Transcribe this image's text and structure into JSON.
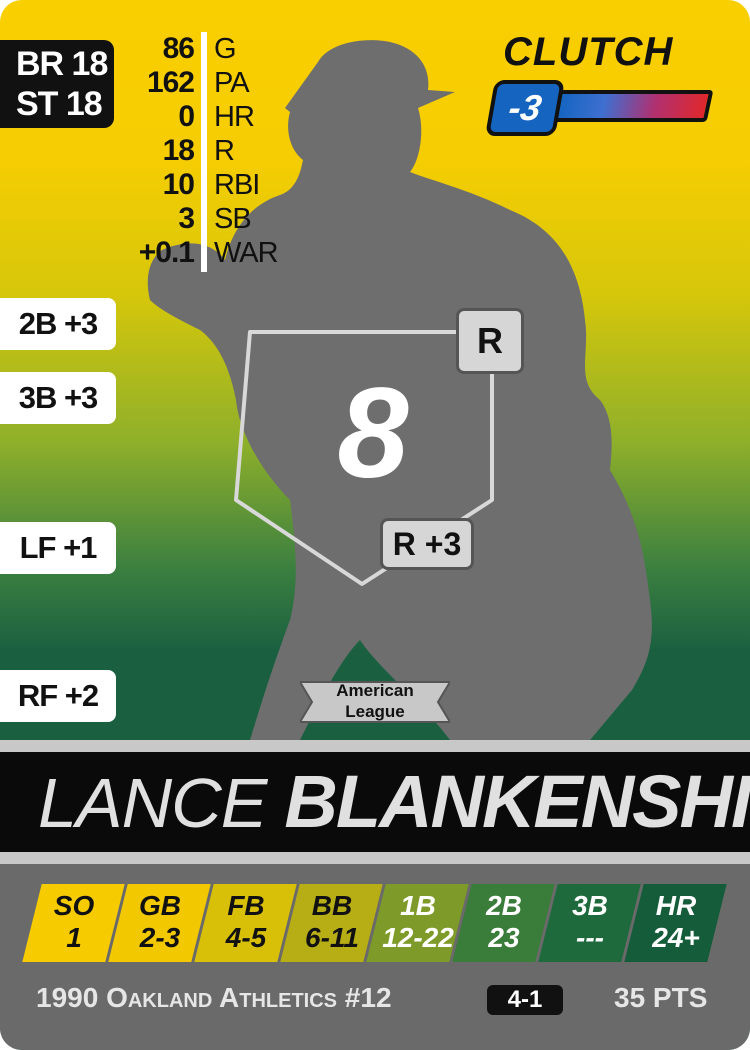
{
  "card": {
    "br_label": "BR 18",
    "st_label": "ST 18",
    "stats": [
      {
        "value": "86",
        "label": "G"
      },
      {
        "value": "162",
        "label": "PA"
      },
      {
        "value": "0",
        "label": "HR"
      },
      {
        "value": "18",
        "label": "R"
      },
      {
        "value": "10",
        "label": "RBI"
      },
      {
        "value": "3",
        "label": "SB"
      },
      {
        "value": "+0.1",
        "label": "WAR"
      }
    ],
    "clutch": {
      "label": "CLUTCH",
      "value": "-3"
    },
    "defense": [
      {
        "label": "2B +3"
      },
      {
        "label": "3B +3"
      },
      {
        "label": "LF +1"
      },
      {
        "label": "RF +2"
      }
    ],
    "command": "8",
    "bats": "R",
    "hand_speed": "R +3",
    "league_line1": "American",
    "league_line2": "League",
    "first_name": "Lance",
    "last_name": "Blankenship",
    "chart": [
      {
        "label": "SO",
        "range": "1"
      },
      {
        "label": "GB",
        "range": "2-3"
      },
      {
        "label": "FB",
        "range": "4-5"
      },
      {
        "label": "BB",
        "range": "6-11"
      },
      {
        "label": "1B",
        "range": "12-22"
      },
      {
        "label": "2B",
        "range": "23"
      },
      {
        "label": "3B",
        "range": "---"
      },
      {
        "label": "HR",
        "range": "24+"
      }
    ],
    "team_line": "1990 Oakland Athletics #12",
    "record": "4-1",
    "points": "35 PTS",
    "colors": {
      "yellow": "#f9cf00",
      "green": "#165c40",
      "clutch_blue": "#1565c0",
      "clutch_red": "#e0282c"
    }
  }
}
